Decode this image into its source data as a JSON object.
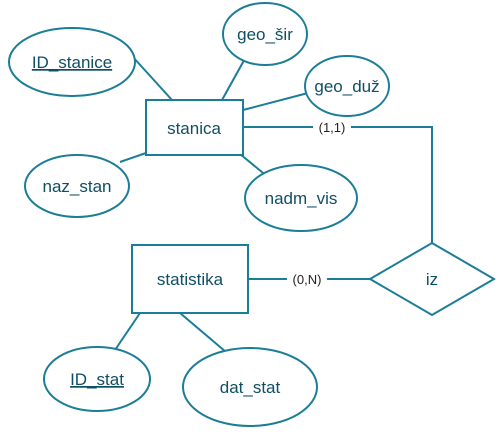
{
  "entities": {
    "stanica": "stanica",
    "statistika": "statistika"
  },
  "relationship": {
    "iz": "iz"
  },
  "attributes": {
    "id_stanice": "ID_stanice",
    "geo_sir": "geo_šir",
    "geo_duz": "geo_duž",
    "naz_stan": "naz_stan",
    "nadm_vis": "nadm_vis",
    "id_stat": "ID_stat",
    "dat_stat": "dat_stat"
  },
  "cardinalities": {
    "stanica_iz": "(1,1)",
    "statistika_iz": "(0,N)"
  },
  "colors": {
    "stroke": "#1b7d97",
    "text": "#0f4e63",
    "background": "#ffffff"
  }
}
